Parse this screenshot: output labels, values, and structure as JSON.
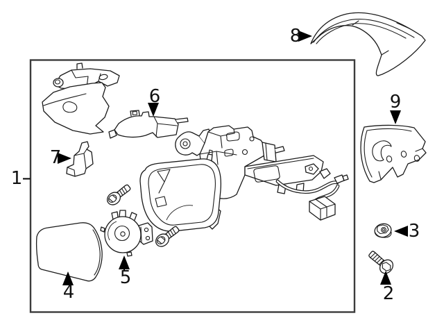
{
  "diagram": {
    "background_color": "#ffffff",
    "line_color": "#1a1a1a",
    "frame_color": "#3c3c3c",
    "callouts": [
      {
        "number": "1",
        "part": "mirror-assembly-box"
      },
      {
        "number": "2",
        "part": "screw"
      },
      {
        "number": "3",
        "part": "nut"
      },
      {
        "number": "4",
        "part": "mirror-glass"
      },
      {
        "number": "5",
        "part": "motor"
      },
      {
        "number": "6",
        "part": "arm-bracket"
      },
      {
        "number": "7",
        "part": "small-bracket"
      },
      {
        "number": "8",
        "part": "upper-cover-cap"
      },
      {
        "number": "9",
        "part": "lower-cover-cap"
      }
    ]
  }
}
